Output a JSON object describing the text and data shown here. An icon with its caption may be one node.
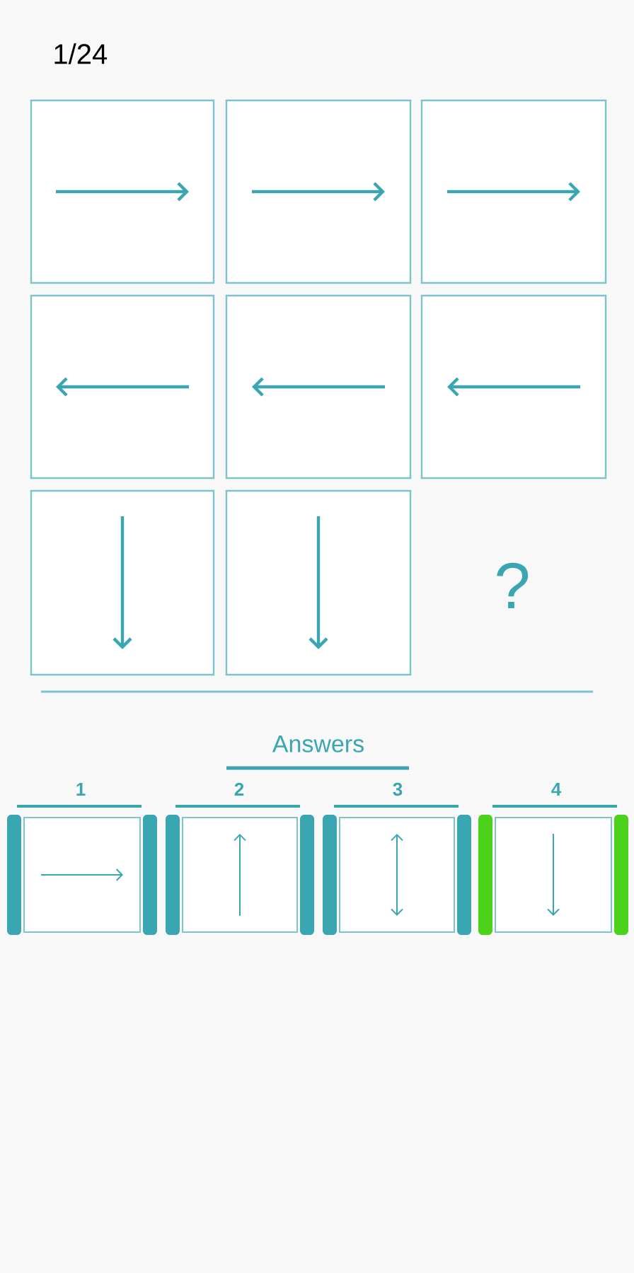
{
  "diagram": {
    "title": "1/24",
    "nodes": [
      {
        "text": [],
        "shape": "box"
      },
      {
        "text": [],
        "shape": "box"
      },
      {
        "text": [],
        "shape": "box"
      },
      {
        "text": [],
        "shape": "box"
      },
      {
        "text": [],
        "shape": "box"
      },
      {
        "text": [],
        "shape": "box"
      },
      {
        "text": [],
        "shape": "box"
      },
      {
        "text": [],
        "shape": "box"
      },
      {
        "text": [],
        "shape": "box"
      },
      {
        "text": [],
        "shape": "box"
      },
      {
        "text": [],
        "shape": "box"
      },
      {
        "text": [],
        "shape": "box"
      }
    ],
    "labels": [
      "?",
      "Answers",
      "1",
      "2",
      "3",
      "4"
    ]
  }
}
